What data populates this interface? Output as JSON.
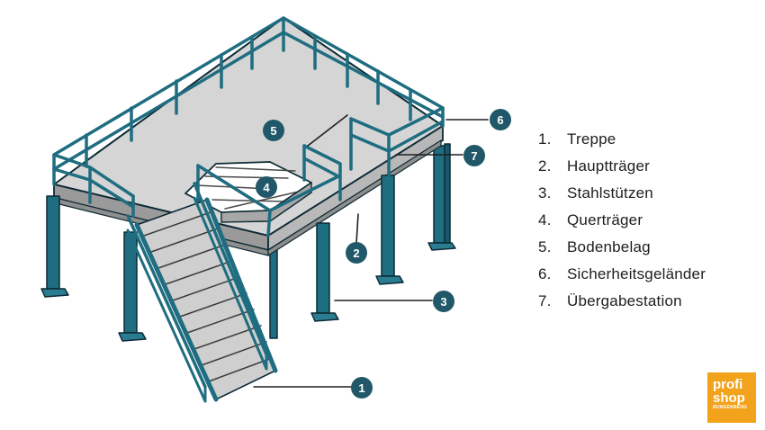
{
  "legend": [
    {
      "num": "1.",
      "label": "Treppe"
    },
    {
      "num": "2.",
      "label": "Hauptträger"
    },
    {
      "num": "3.",
      "label": "Stahlstützen"
    },
    {
      "num": "4.",
      "label": "Querträger"
    },
    {
      "num": "5.",
      "label": "Bodenbelag"
    },
    {
      "num": "6.",
      "label": "Sicherheitsgeländer"
    },
    {
      "num": "7.",
      "label": "Übergabestation"
    }
  ],
  "callouts": [
    "1",
    "2",
    "3",
    "4",
    "5",
    "6",
    "7"
  ],
  "logo": {
    "line1": "profi",
    "line2": "shop",
    "line3": "BUNGENBERG"
  },
  "colors": {
    "steel": "#1f6d80",
    "outline": "#0d2a35",
    "floor": "#d5d5d5",
    "badge": "#20586a",
    "logo": "#f3a21c"
  }
}
